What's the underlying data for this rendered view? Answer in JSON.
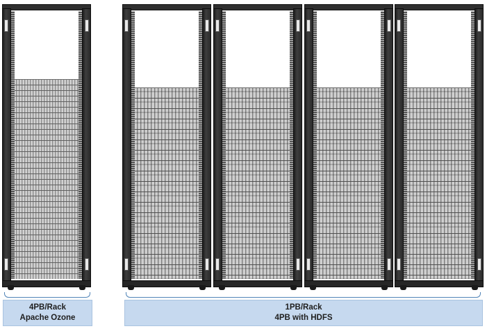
{
  "racks": [
    {
      "id": "rack-1",
      "group": "ozone"
    },
    {
      "id": "rack-2",
      "group": "hdfs"
    },
    {
      "id": "rack-3",
      "group": "hdfs"
    },
    {
      "id": "rack-4",
      "group": "hdfs"
    },
    {
      "id": "rack-5",
      "group": "hdfs"
    }
  ],
  "ozone_label": {
    "line1": "4PB/Rack",
    "line2": "Apache Ozone"
  },
  "hdfs_label": {
    "line1": "1PB/Rack",
    "line2": "4PB with HDFS"
  },
  "colors": {
    "label_fill": "#c6d9ef",
    "brace": "#4f83b7",
    "rack_frame": "#2f2f2f",
    "server": "#8e8e8e"
  }
}
